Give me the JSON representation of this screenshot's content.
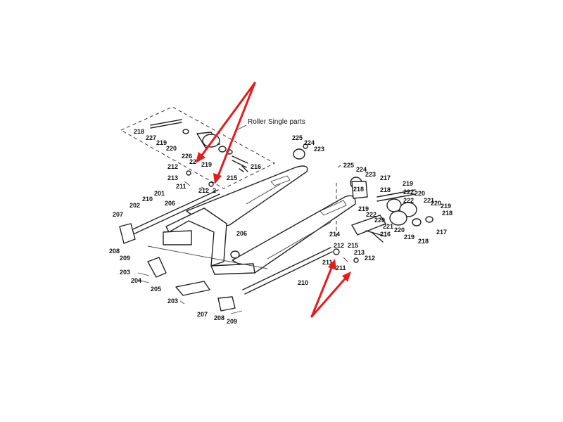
{
  "caption": "Roller Single parts",
  "labels": [
    "218",
    "227",
    "219",
    "220",
    "226",
    "22",
    "219",
    "212",
    "213",
    "211",
    "212",
    "2",
    "215",
    "216",
    "225",
    "224",
    "223",
    "201",
    "210",
    "206",
    "202",
    "207",
    "208",
    "209",
    "206",
    "203",
    "204",
    "205",
    "203",
    "207",
    "208",
    "209",
    "210",
    "225",
    "224",
    "223",
    "218",
    "217",
    "218",
    "219",
    "222",
    "222",
    "220",
    "221",
    "220",
    "219",
    "218",
    "219",
    "222",
    "220",
    "221",
    "217",
    "220",
    "219",
    "218",
    "214",
    "212",
    "215",
    "216",
    "211",
    "213",
    "211",
    "212"
  ],
  "colors": {
    "arrow": "#e11d1d",
    "line": "#222222"
  }
}
